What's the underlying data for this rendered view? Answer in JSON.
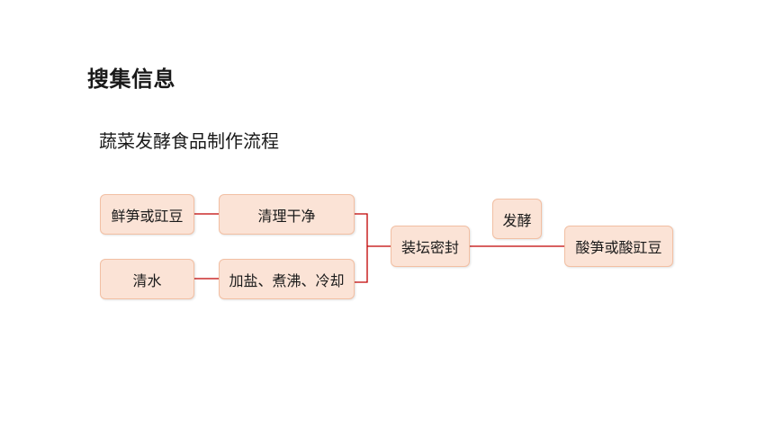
{
  "page": {
    "heading": "搜集信息",
    "subheading": "蔬菜发酵食品制作流程"
  },
  "flow": {
    "fresh_ingredient": "鲜笋或豇豆",
    "clean_dry": "清理干净",
    "water": "清水",
    "boil_cool": "加盐、煮沸、冷却",
    "jar_seal": "装坛密封",
    "ferment": "发酵",
    "product": "酸笋或酸豇豆"
  },
  "colors": {
    "node_fill": "#fbe3d6",
    "node_border": "#f2bfa3",
    "connector": "#c00000"
  }
}
